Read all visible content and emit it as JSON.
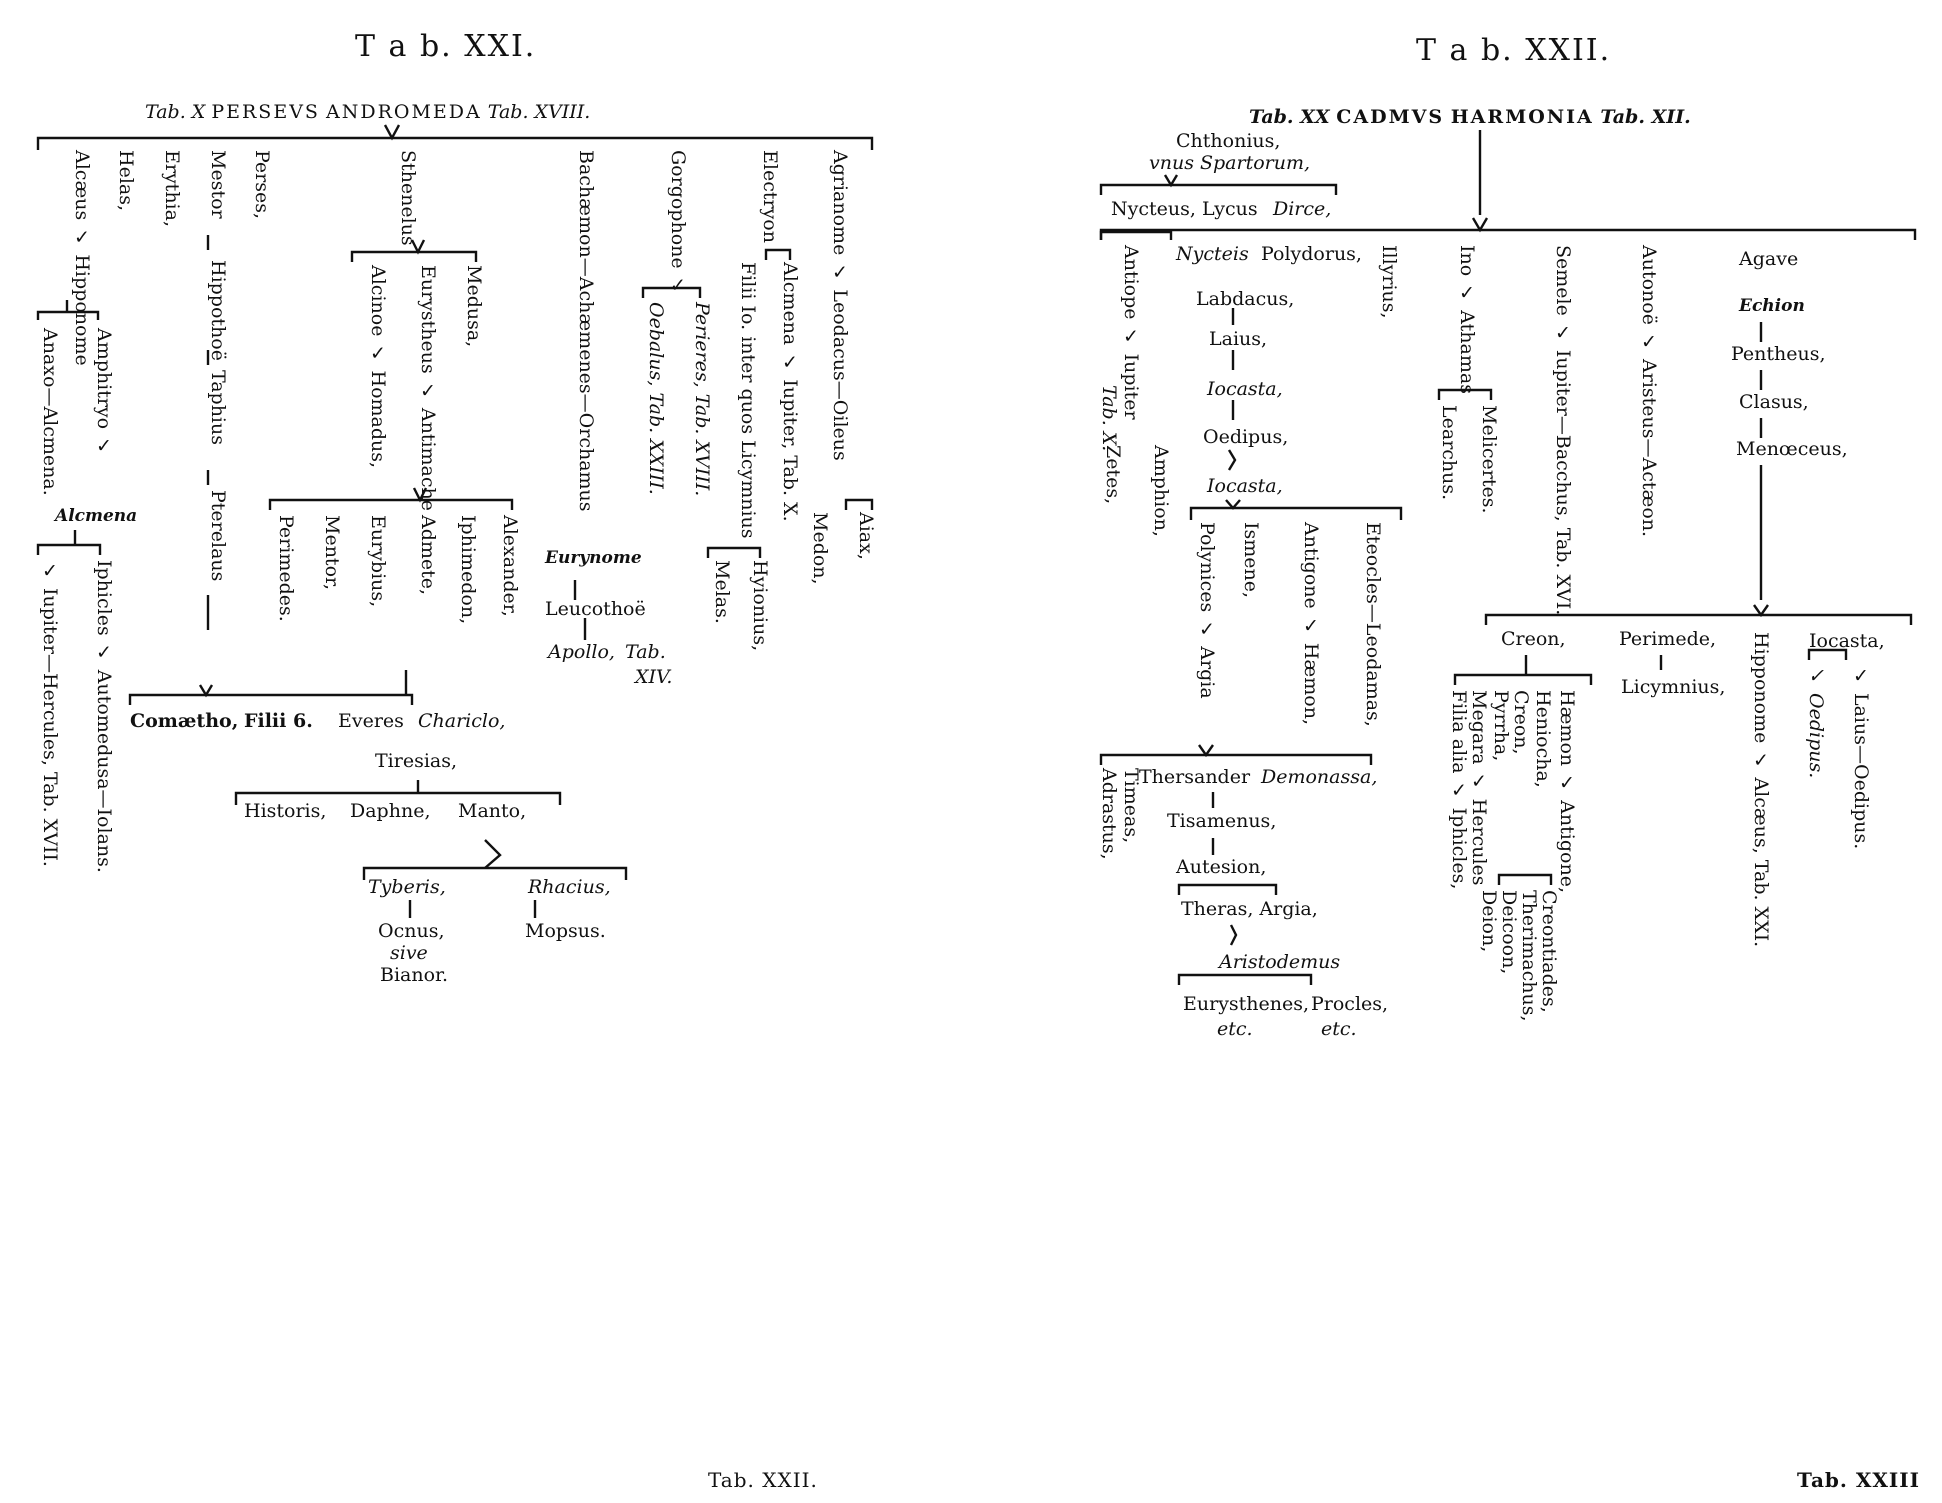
{
  "left_page": {
    "title": "T a b.  XXI.",
    "header": {
      "ref_left": "Tab. X",
      "husband": "PERSEVS",
      "wife": "ANDROMEDA",
      "ref_right": "Tab. XVIII."
    },
    "columns": {
      "helas": "Helas,",
      "erythia": "Erythia,",
      "perses": "Perses,",
      "alcaeus_line": "Alcæus ✓ Hipponome",
      "amphitryo": "Amphitryo ✓",
      "alcmena": "Alcmena",
      "anaxo": "Anaxo—Alcmena.",
      "iupiter_line": "✓ Iupiter—Hercules, Tab. XVII.",
      "iphicles_line": "Iphicles ✓ Automedusa—Iolans.",
      "mestor": "Mestor",
      "hippothoe": "Hippothoë",
      "taphius": "Taphius",
      "pterelaus": "Pterelaus",
      "sthenelus": "Sthenelus",
      "alcinoe": "Alcinoe ✓ Homadus,",
      "eurystheus": "Eurystheus ✓ Antimache",
      "medusa": "Medusa,",
      "perimedes": "Perimedes.",
      "mentor": "Mentor,",
      "eurybius": "Eurybius,",
      "admete": "Admete,",
      "iphimedon": "Iphimedon,",
      "alexander": "Alexander,",
      "bachaemon": "Bachæmon—Achæmenes—Orchamus",
      "eurynome": "Eurynome",
      "leucothoe": "Leucothoë",
      "apollo": "Apollo,",
      "apollo_ref": "Tab.",
      "apollo_ref2": "XIV.",
      "gorgophone": "Gorgophone ✓",
      "oebalus": "Oebalus, Tab. XXIII.",
      "perieres": "Perieres, Tab. XVIII.",
      "electryon": "Electryon",
      "alcmena2": "Alcmena ✓ Iupiter, Tab. X.",
      "filii": "Filii Io. inter quos Licymnius",
      "melas": "Melas.",
      "hyionius": "Hyionius,",
      "agrianome": "Agrianome ✓ Leodacus—Oileus",
      "medon": "Medon,",
      "aiax": "Aiax,",
      "comaetho": "Comætho,",
      "filii6": "Filii 6.",
      "everes": "Everes",
      "chariclo": "Chariclo,",
      "tiresias": "Tiresias,",
      "historis": "Historis,",
      "daphne": "Daphne,",
      "manto": "Manto,",
      "tyberis": "Tyberis,",
      "rhacius": "Rhacius,",
      "ocnus": "Ocnus,",
      "sive": "sive",
      "bianor": "Bianor.",
      "mopsus": "Mopsus."
    },
    "footer": "Tab. XXII."
  },
  "right_page": {
    "title": "T a b.  XXII.",
    "header": {
      "ref_left": "Tab. XX",
      "husband": "CADMVS",
      "wife": "HARMONIA",
      "ref_right": "Tab. XII."
    },
    "chthonius": "Chthonius,",
    "vnus": "vnus Spartorum,",
    "nycteus_row": "Nycteus, Lycus",
    "dirce": "Dirce,",
    "antiope": "Antiope ✓ Iupiter",
    "antiope_ref": "Tab. X.",
    "zetes": "Zetes,",
    "amphion": "Amphion,",
    "nycteis": "Nycteis",
    "polydorus": "Polydorus,",
    "labdacus": "Labdacus,",
    "laius": "Laius,",
    "iocasta1": "Iocasta,",
    "oedipus": "Oedipus,",
    "iocasta2": "Iocasta,",
    "polynices": "Polynices ✓ Argia",
    "ismene": "Ismene,",
    "antigone": "Antigone ✓ Hæmon,",
    "eteocles": "Eteocles—Leodamas,",
    "adrastus": "Adrastus,",
    "timeas": "Timeas,",
    "thersander": "Thersander",
    "demonassa": "Demonassa,",
    "tisamenus": "Tisamenus,",
    "autesion": "Autesion,",
    "theras": "Theras, Argia,",
    "aristodemus": "Aristodemus",
    "eurysthenes": "Eurysthenes,",
    "procles": "Procles,",
    "etc1": "etc.",
    "etc2": "etc.",
    "illyrius": "Illyrius,",
    "ino": "Ino ✓ Athamas",
    "learchus": "Learchus.",
    "melicertes": "Melicertes.",
    "semele": "Semele ✓ Iupiter—Bacchus, Tab. XVI.",
    "autonoe": "Autonoë ✓ Aristeus—Actæon.",
    "agave": "Agave",
    "echion": "Echion",
    "pentheus": "Pentheus,",
    "clasus": "Clasus,",
    "menoeceus": "Menœceus,",
    "creon": "Creon,",
    "perimede": "Perimede,",
    "licymnius": "Licymnius,",
    "hipponome": "Hipponome ✓ Alcæus, Tab. XXI.",
    "iocasta3": "Iocasta,",
    "oedipus2": "✓ Oedipus.",
    "laius2": "✓ Laius—Oedipus.",
    "filia_alia": "Filia alia ✓ Iphicles,",
    "megara": "Megara ✓ Hercules",
    "pyrrha": "Pyrrha,",
    "creon2": "Creon,",
    "heniocha": "Heniocha,",
    "haemon": "Hæmon ✓ Antigone,",
    "deion": "Deion,",
    "deicoon": "Deicoon,",
    "therimachus": "Therimachus,",
    "creontiades": "Creontiades,",
    "footer": "Tab. XXIII"
  }
}
